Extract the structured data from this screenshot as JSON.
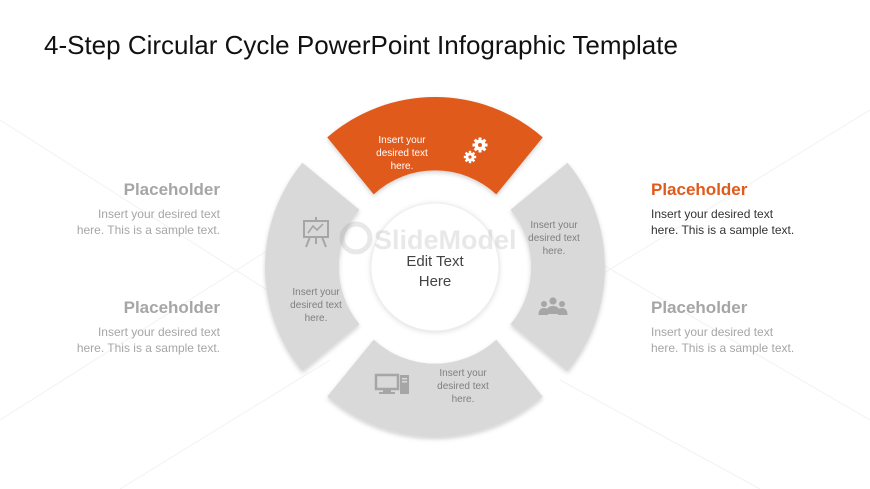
{
  "title": "4-Step Circular Cycle PowerPoint Infographic Template",
  "colors": {
    "accent": "#e05a1c",
    "segment_gray": "#d9d9d9",
    "muted_text": "#a6a6a6"
  },
  "center": {
    "line1": "Edit Text",
    "line2": "Here"
  },
  "watermark": "SlideModel",
  "segments": [
    {
      "id": "top",
      "icon": "gears-icon",
      "lines": [
        "Insert your",
        "desired text",
        "here."
      ]
    },
    {
      "id": "right",
      "icon": "team-icon",
      "lines": [
        "Insert your",
        "desired text",
        "here."
      ]
    },
    {
      "id": "bottom",
      "icon": "desktop-pc-icon",
      "lines": [
        "Insert your",
        "desired text",
        "here."
      ]
    },
    {
      "id": "left",
      "icon": "presentation-icon",
      "lines": [
        "Insert your",
        "desired text",
        "here."
      ]
    }
  ],
  "placeholders": {
    "right_top": {
      "heading": "Placeholder",
      "line1": "Insert your desired text",
      "line2": "here. This is a sample text."
    },
    "right_bottom": {
      "heading": "Placeholder",
      "line1": "Insert your desired text",
      "line2": "here. This is a sample text."
    },
    "left_top": {
      "heading": "Placeholder",
      "line1": "Insert your desired text",
      "line2": "here. This is a sample text."
    },
    "left_bottom": {
      "heading": "Placeholder",
      "line1": "Insert your desired text",
      "line2": "here. This is a sample text."
    }
  }
}
